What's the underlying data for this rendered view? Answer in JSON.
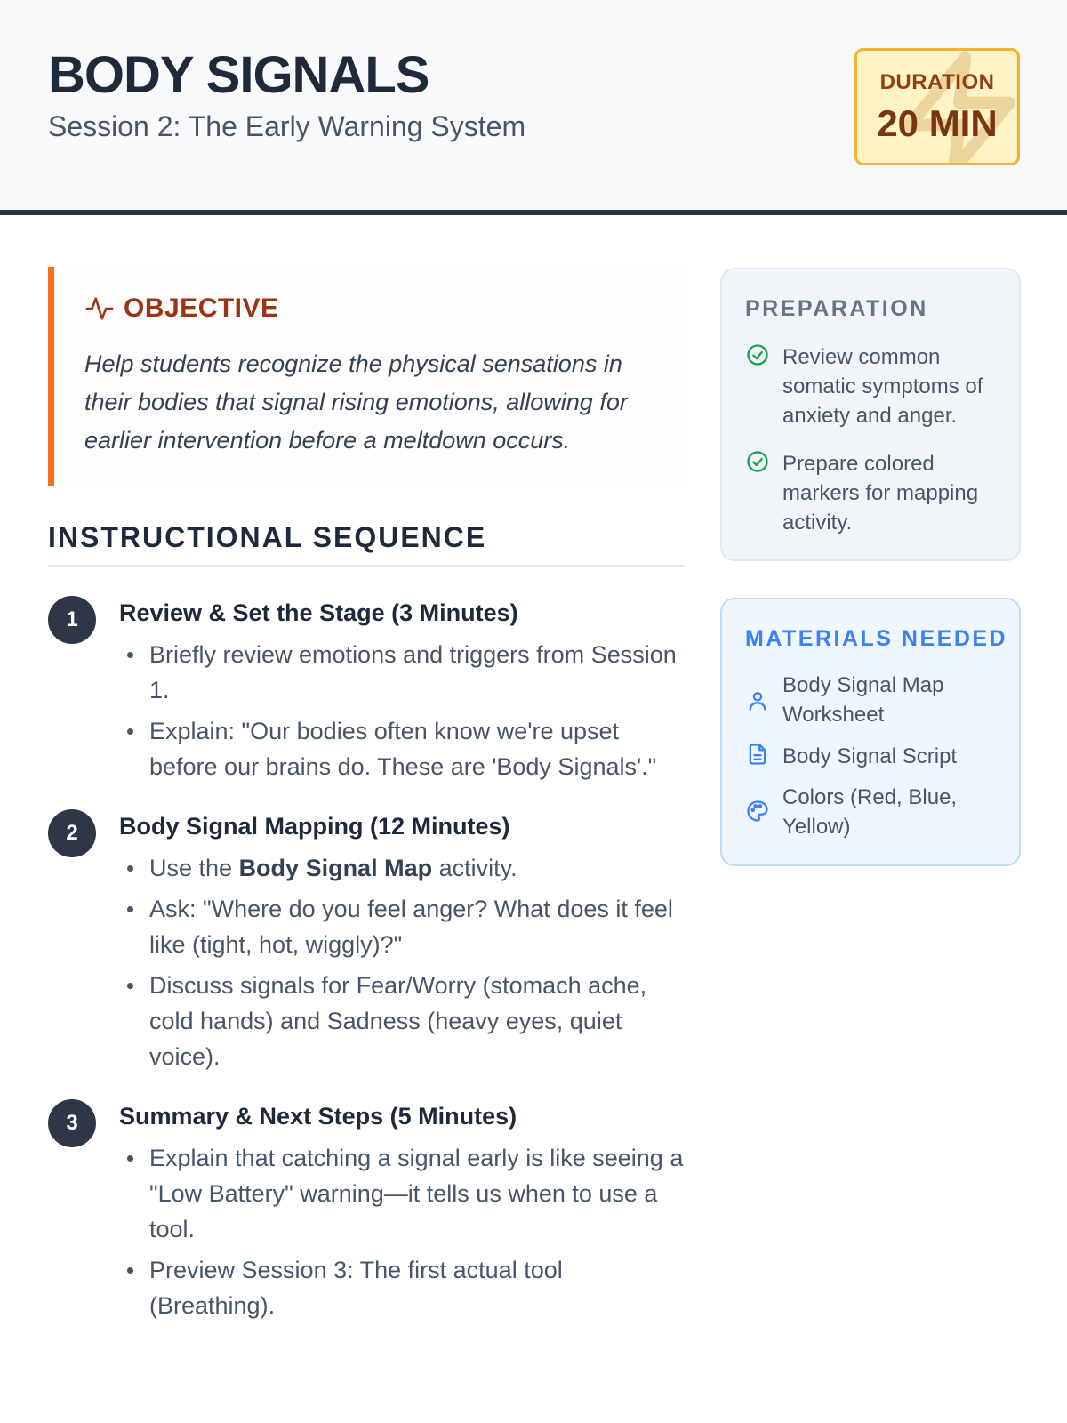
{
  "header": {
    "title": "BODY SIGNALS",
    "subtitle": "Session 2: The Early Warning System",
    "duration_label": "DURATION",
    "duration_value": "20 MIN",
    "duration_icon": "lightning-bolt-icon"
  },
  "objective": {
    "icon": "pulse-icon",
    "heading": "OBJECTIVE",
    "text": "Help students recognize the physical sensations in their bodies that signal rising emotions, allowing for earlier intervention before a meltdown occurs."
  },
  "sequence": {
    "title": "INSTRUCTIONAL SEQUENCE",
    "steps": [
      {
        "number": "1",
        "title": "Review & Set the Stage (3 Minutes)",
        "bullets": [
          "Briefly review emotions and triggers from Session 1.",
          "Explain: \"Our bodies often know we're upset before our brains do. These are 'Body Signals'.\""
        ]
      },
      {
        "number": "2",
        "title": "Body Signal Mapping (12 Minutes)",
        "bullet0_pre": "Use the ",
        "bullet0_bold": "Body Signal Map",
        "bullet0_post": " activity.",
        "bullets": [
          "Ask: \"Where do you feel anger? What does it feel like (tight, hot, wiggly)?\"",
          "Discuss signals for Fear/Worry (stomach ache, cold hands) and Sadness (heavy eyes, quiet voice)."
        ]
      },
      {
        "number": "3",
        "title": "Summary & Next Steps (5 Minutes)",
        "bullets": [
          "Explain that catching a signal early is like seeing a \"Low Battery\" warning—it tells us when to use a tool.",
          "Preview Session 3: The first actual tool (Breathing)."
        ]
      }
    ]
  },
  "preparation": {
    "title": "PREPARATION",
    "items": [
      {
        "icon": "check-circle-icon",
        "text": "Review common somatic symptoms of anxiety and anger."
      },
      {
        "icon": "check-circle-icon",
        "text": "Prepare colored markers for mapping activity."
      }
    ]
  },
  "materials": {
    "title": "MATERIALS NEEDED",
    "items": [
      {
        "icon": "person-icon",
        "text": "Body Signal Map Worksheet"
      },
      {
        "icon": "document-icon",
        "text": "Body Signal Script"
      },
      {
        "icon": "palette-icon",
        "text": "Colors (Red, Blue, Yellow)"
      }
    ]
  },
  "colors": {
    "accent_orange": "#f97316",
    "objective_heading": "#9a3412",
    "check_green": "#16a34a",
    "materials_blue": "#3b82f6",
    "duration_bg": "#fef3c7",
    "duration_border": "#f5b22e",
    "dark": "#2d3748"
  }
}
